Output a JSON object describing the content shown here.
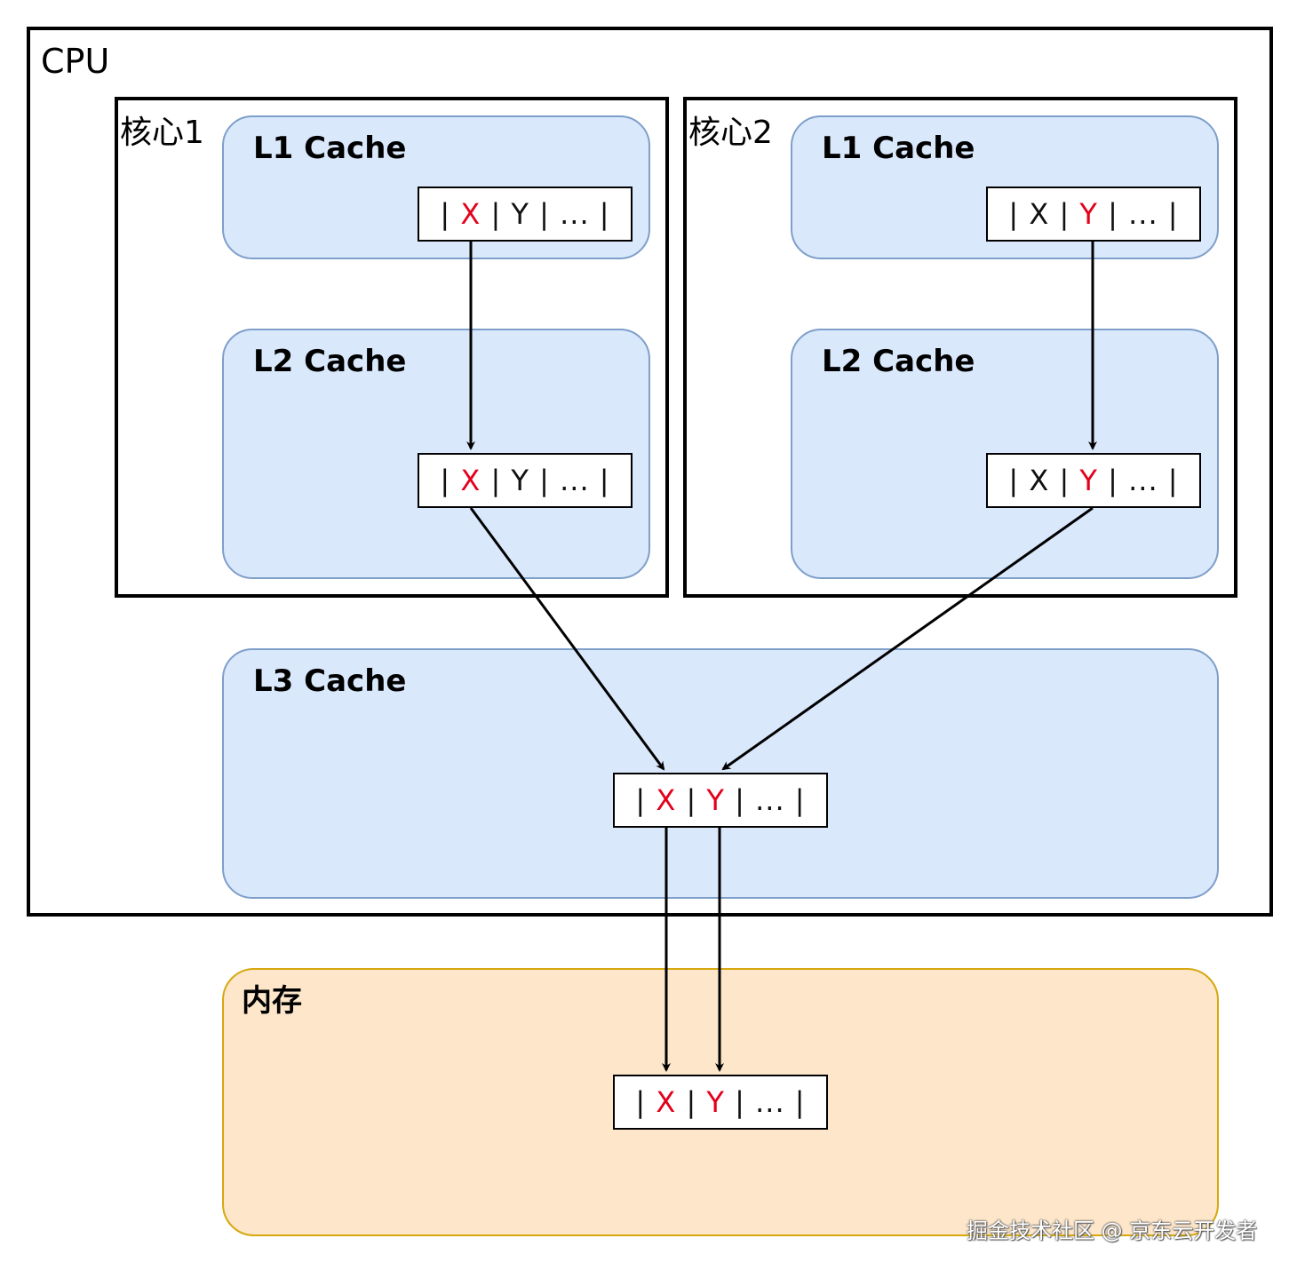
{
  "cpu": {
    "label": "CPU"
  },
  "cores": [
    {
      "label": "核心1",
      "l1": {
        "label": "L1 Cache",
        "cell": [
          "| ",
          "X",
          " | ",
          "Y",
          " | ... |"
        ],
        "red": [
          1
        ]
      },
      "l2": {
        "label": "L2 Cache",
        "cell": [
          "| ",
          "X",
          " | ",
          "Y",
          " | ... |"
        ],
        "red": [
          1
        ]
      }
    },
    {
      "label": "核心2",
      "l1": {
        "label": "L1 Cache",
        "cell": [
          "| ",
          "X",
          " | ",
          "Y",
          " | ... |"
        ],
        "red": [
          3
        ]
      },
      "l2": {
        "label": "L2 Cache",
        "cell": [
          "| ",
          "X",
          " | ",
          "Y",
          " | ... |"
        ],
        "red": [
          3
        ]
      }
    }
  ],
  "l3": {
    "label": "L3 Cache",
    "cell": [
      "| ",
      "X",
      " | ",
      "Y",
      " | ... |"
    ],
    "red": [
      1,
      3
    ]
  },
  "memory": {
    "label": "内存",
    "cell": [
      "| ",
      "X",
      " | ",
      "Y",
      " | ... |"
    ],
    "red": [
      1,
      3
    ]
  },
  "watermark": "掘金技术社区 @ 京东云开发者",
  "colors": {
    "highlight": "#e3001b",
    "cache_fill": "#dae8fc",
    "cache_stroke": "#7e9fc9",
    "memory_fill": "#fde6c9",
    "memory_stroke": "#d6a80e"
  }
}
